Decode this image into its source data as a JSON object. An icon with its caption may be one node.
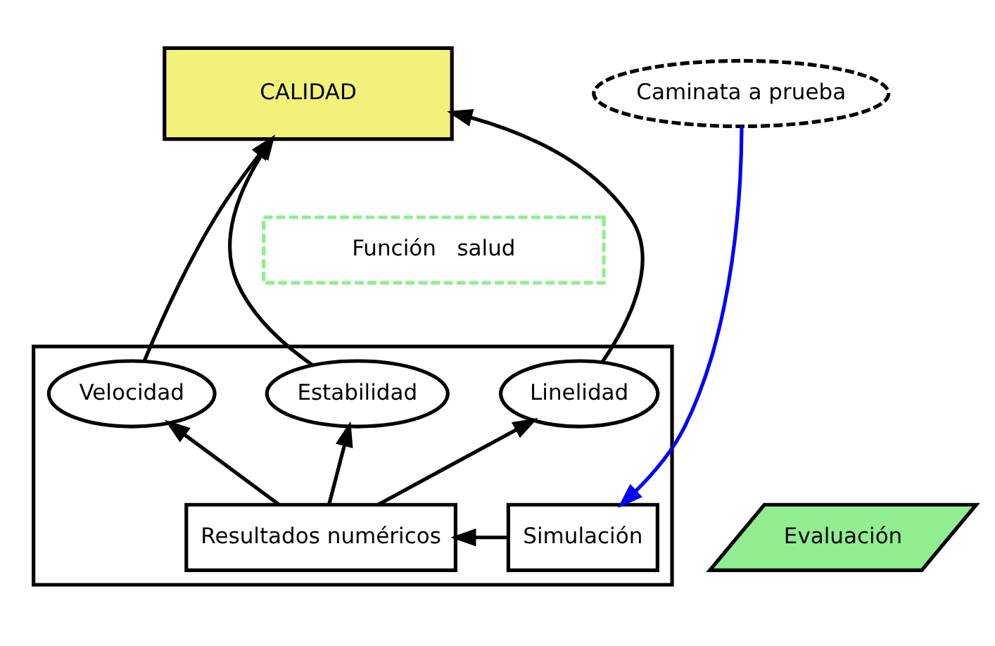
{
  "diagram": {
    "nodes": [
      {
        "text": [
          "Caminata a prueba"
        ]
      },
      {
        "text": [
          "CALIDAD"
        ]
      },
      {
        "text": [
          "Función   salud"
        ]
      },
      {
        "text": [
          "Evaluación"
        ]
      },
      {
        "text": [],
        "shape": "box"
      },
      {
        "text": [
          "Velocidad"
        ],
        "in": 4
      },
      {
        "text": [
          "Estabilidad"
        ],
        "in": 4
      },
      {
        "text": [
          "Linelidad"
        ],
        "in": 4
      },
      {
        "text": [
          "Simulación"
        ],
        "in": 4
      },
      {
        "text": [
          "Resultados numéricos"
        ],
        "in": 4
      }
    ],
    "edges": [
      {
        "from": 0,
        "to": 8,
        "arrow": "to",
        "color": "#0000ff"
      },
      {
        "from": 8,
        "to": 9,
        "arrow": "to"
      },
      {
        "from": 9,
        "to": 5,
        "arrow": "to"
      },
      {
        "from": 9,
        "to": 6,
        "arrow": "to"
      },
      {
        "from": 9,
        "to": 7,
        "arrow": "to"
      },
      {
        "from": 5,
        "to": 1,
        "arrow": "to"
      },
      {
        "from": 6,
        "to": 1,
        "arrow": "to"
      },
      {
        "from": 7,
        "to": 1,
        "arrow": "to"
      }
    ]
  }
}
